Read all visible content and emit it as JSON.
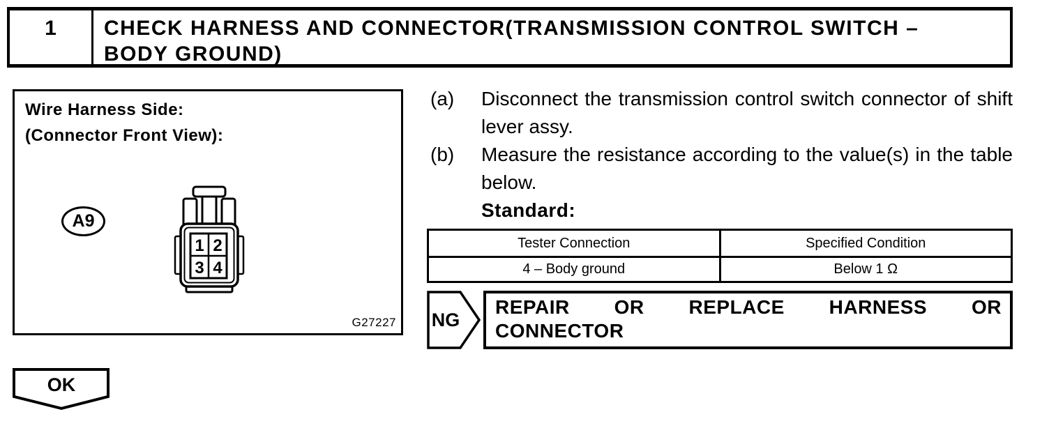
{
  "colors": {
    "ink": "#000000",
    "paper": "#ffffff"
  },
  "header": {
    "step_number": "1",
    "title_line1": "CHECK HARNESS AND CONNECTOR(TRANSMISSION CONTROL SWITCH –",
    "title_line2": "BODY GROUND)"
  },
  "figure": {
    "caption_line1": "Wire Harness Side:",
    "caption_line2": "(Connector Front View):",
    "connector_label": "A9",
    "pins": [
      "1",
      "2",
      "3",
      "4"
    ],
    "figure_code": "G27227"
  },
  "instructions": [
    {
      "label": "(a)",
      "text": "Disconnect the transmission control switch connector of shift lever assy."
    },
    {
      "label": "(b)",
      "text": "Measure the resistance according to the value(s) in the table below."
    }
  ],
  "standard_label": "Standard:",
  "spec_table": {
    "headers": [
      "Tester Connection",
      "Specified Condition"
    ],
    "rows": [
      [
        "4 – Body ground",
        "Below 1 Ω"
      ]
    ]
  },
  "ng": {
    "label": "NG",
    "action_line1": "REPAIR OR REPLACE HARNESS OR",
    "action_line2": "CONNECTOR"
  },
  "ok": {
    "label": "OK"
  }
}
